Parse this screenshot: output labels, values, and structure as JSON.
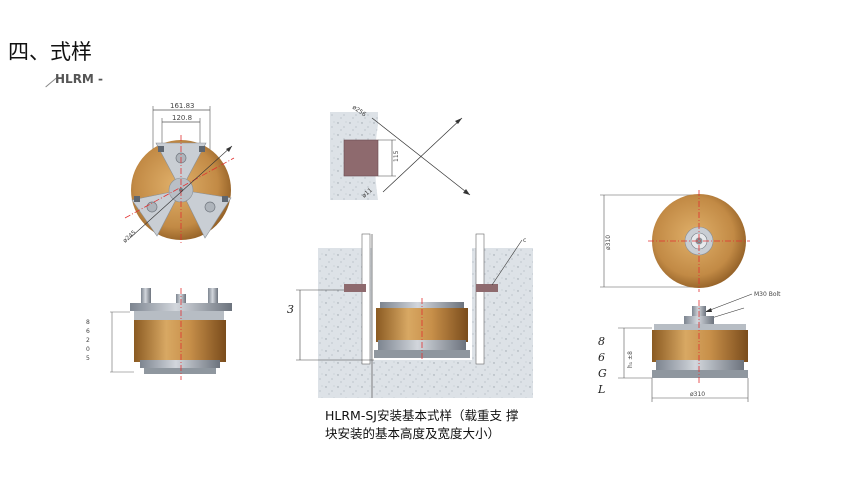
{
  "heading": "四、式样",
  "subheading": "HLRM -",
  "caption": "HLRM-SJ安装基本式样（载重支 撑块安装的基本高度及宽度大小）",
  "figure_labels": {
    "top_dim_outer": "161.83",
    "top_dim_inner": "120.8",
    "top_diameter": "ø245",
    "side_codes": [
      "8",
      "6",
      "2",
      "0",
      "5"
    ],
    "embed_diameter": "ø256",
    "embed_height": "115",
    "embed_hole": "ø11",
    "embed_callout": "c",
    "wall_height": "3",
    "right_diameter_vertical": "ø310",
    "bolt_label": "M30 Bolt",
    "right_letters": [
      "8",
      "6",
      "G",
      "L"
    ],
    "right_height_label": "h₁ ±8",
    "right_bottom_diameter": "ø310"
  }
}
